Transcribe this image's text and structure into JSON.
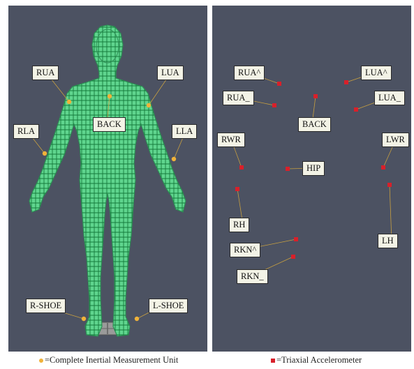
{
  "panels": [
    {
      "id": "imu-panel",
      "sensor_type": "imu",
      "labels": [
        {
          "key": "rua",
          "text": "RUA"
        },
        {
          "key": "lua",
          "text": "LUA"
        },
        {
          "key": "back",
          "text": "BACK"
        },
        {
          "key": "rla",
          "text": "RLA"
        },
        {
          "key": "lla",
          "text": "LLA"
        },
        {
          "key": "rshoe",
          "text": "R-SHOE"
        },
        {
          "key": "lshoe",
          "text": "L-SHOE"
        }
      ]
    },
    {
      "id": "accel-panel",
      "sensor_type": "accelerometer",
      "labels": [
        {
          "key": "rua_up",
          "text": "RUA^"
        },
        {
          "key": "lua_up",
          "text": "LUA^"
        },
        {
          "key": "rua_low",
          "text": "RUA_"
        },
        {
          "key": "lua_low",
          "text": "LUA_"
        },
        {
          "key": "back",
          "text": "BACK"
        },
        {
          "key": "rwr",
          "text": "RWR"
        },
        {
          "key": "lwr",
          "text": "LWR"
        },
        {
          "key": "hip",
          "text": "HIP"
        },
        {
          "key": "rh",
          "text": "RH"
        },
        {
          "key": "lh",
          "text": "LH"
        },
        {
          "key": "rkn_up",
          "text": "RKN^"
        },
        {
          "key": "rkn_low",
          "text": "RKN_"
        }
      ]
    }
  ],
  "legend": {
    "imu_text": "=Complete Inertial Measurement Unit",
    "accel_text": "=Triaxial Accelerometer"
  },
  "colors": {
    "background": "#4c5262",
    "body_fill": "#5fd58e",
    "mesh": "#157a3c",
    "imu_marker": "#f0b23a",
    "accel_marker": "#d8202a"
  }
}
